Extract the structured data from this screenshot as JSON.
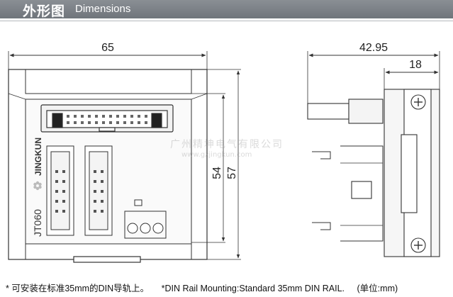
{
  "header": {
    "title_cn": "外形图",
    "title_en": "Dimensions"
  },
  "dimensions": {
    "width": "65",
    "depth": "42.95",
    "depth_inner": "18",
    "height_inner": "54",
    "height": "57"
  },
  "product": {
    "brand": "JINGKUN",
    "model": "JT060"
  },
  "watermark": {
    "line1": "广州精坤电气有限公司",
    "line2": "www.gzjingkun.com"
  },
  "footer": {
    "note_cn": "* 可安装在标准35mm的DIN导轨上。",
    "note_en": "*DIN Rail Mounting:Standard 35mm DIN RAIL.",
    "unit": "(单位:mm)"
  },
  "colors": {
    "header_bg": "#7a8086",
    "line": "#333333",
    "body_fill": "#f4f4f4"
  }
}
